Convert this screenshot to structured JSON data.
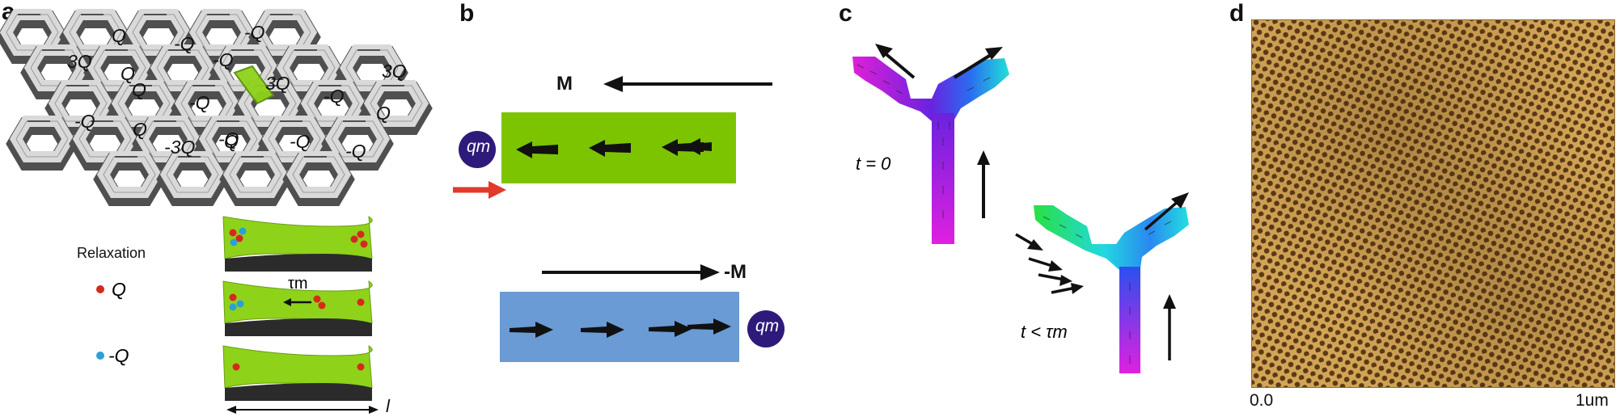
{
  "panels": {
    "a": {
      "label": "a",
      "lattice_charges": [
        "Q",
        "-Q",
        "-Q",
        "3Q",
        "Q",
        "-Q",
        "-Q",
        "3Q",
        "3Q",
        "Q",
        "-Q",
        "Q",
        "-Q",
        "Q",
        "Q",
        "-3Q",
        "-Q",
        "-Q",
        "-Q"
      ],
      "relaxation_title": "Relaxation",
      "legend": [
        {
          "symbol": "Q",
          "color": "#d42a1e"
        },
        {
          "symbol": "-Q",
          "color": "#2aa0d8"
        }
      ],
      "tau_label": "τm",
      "length_label": "l"
    },
    "b": {
      "label": "b",
      "top_bar": {
        "magnetization_label": "M",
        "color": "#7dc400",
        "charge_label": "qm"
      },
      "bottom_bar": {
        "magnetization_label": "-M",
        "color": "#6a9bd4",
        "charge_label": "qm"
      }
    },
    "c": {
      "label": "c",
      "t0_label": "t = 0",
      "t1_label": "t < τm"
    },
    "d": {
      "label": "d",
      "axis_start": "0.0",
      "axis_end": "1um"
    }
  },
  "colors": {
    "charge_circle": "#2e1a7a",
    "red_arrow": "#e03a2a",
    "wall_top": "#d6d6d6",
    "wall_side": "#5a5a5a",
    "afm_base": "#c9973f"
  }
}
